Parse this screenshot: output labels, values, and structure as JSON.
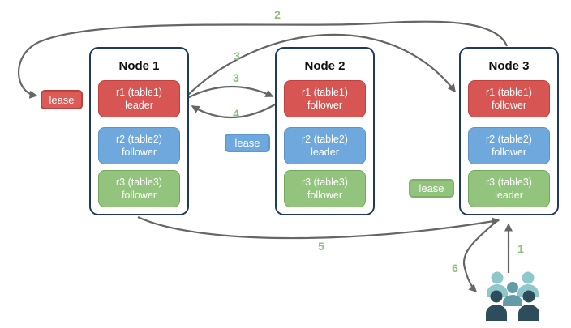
{
  "nodes": [
    {
      "title": "Node 1",
      "ranges": [
        {
          "name": "r1 (table1)",
          "role": "leader",
          "color": "#D75552"
        },
        {
          "name": "r2 (table2)",
          "role": "follower",
          "color": "#6FA8DC"
        },
        {
          "name": "r3 (table3)",
          "role": "follower",
          "color": "#93C47D"
        }
      ]
    },
    {
      "title": "Node 2",
      "ranges": [
        {
          "name": "r1 (table1)",
          "role": "follower",
          "color": "#D75552"
        },
        {
          "name": "r2 (table2)",
          "role": "leader",
          "color": "#6FA8DC"
        },
        {
          "name": "r3 (table3)",
          "role": "follower",
          "color": "#93C47D"
        }
      ]
    },
    {
      "title": "Node 3",
      "ranges": [
        {
          "name": "r1 (table1)",
          "role": "follower",
          "color": "#D75552"
        },
        {
          "name": "r2 (table2)",
          "role": "follower",
          "color": "#6FA8DC"
        },
        {
          "name": "r3 (table3)",
          "role": "leader",
          "color": "#93C47D"
        }
      ]
    }
  ],
  "leases": {
    "red": {
      "label": "lease",
      "color": "#DC5B57"
    },
    "blue": {
      "label": "lease",
      "color": "#6FA8DC"
    },
    "green": {
      "label": "lease",
      "color": "#93C47D"
    }
  },
  "steps": {
    "s1": "1",
    "s2": "2",
    "s3a": "3",
    "s3b": "3",
    "s4": "4",
    "s5": "5",
    "s6": "6"
  },
  "icons": {
    "users": "users-group-icon"
  },
  "colors": {
    "node_border": "#1F3A60",
    "arrow": "#666666",
    "step_label": "#8CC07C",
    "users_light_teal": "#8FC7CA",
    "users_mid_teal": "#639CA6",
    "users_dark_navy": "#2E4D5C"
  }
}
